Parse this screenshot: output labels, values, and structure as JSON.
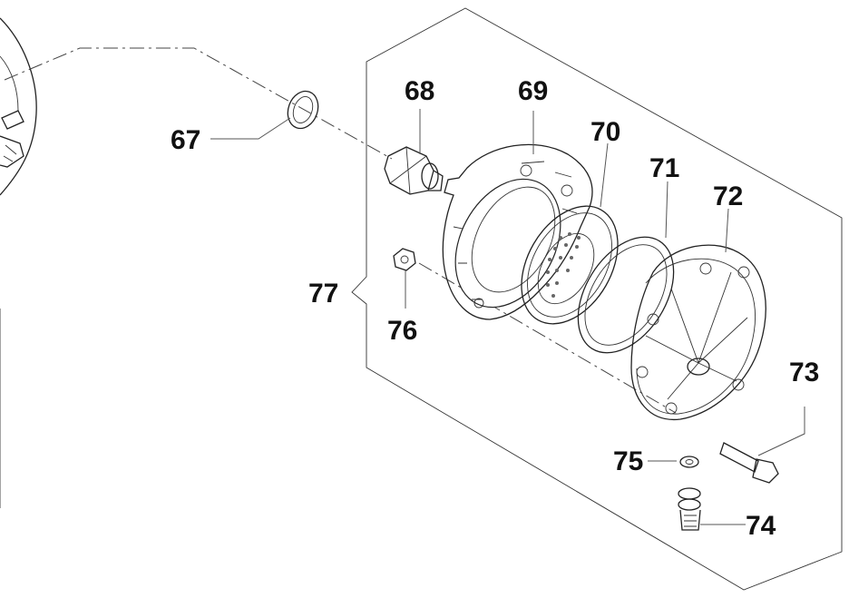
{
  "diagram": {
    "highlight_color": "#4a5ee8",
    "line_color": "#222222",
    "callouts": {
      "c67": "67",
      "c68": "68",
      "c69": "69",
      "c70": "70",
      "c71": "71",
      "c72": "72",
      "c73": "73",
      "c74": "74",
      "c75": "75",
      "c76": "76",
      "c77": "77"
    }
  }
}
